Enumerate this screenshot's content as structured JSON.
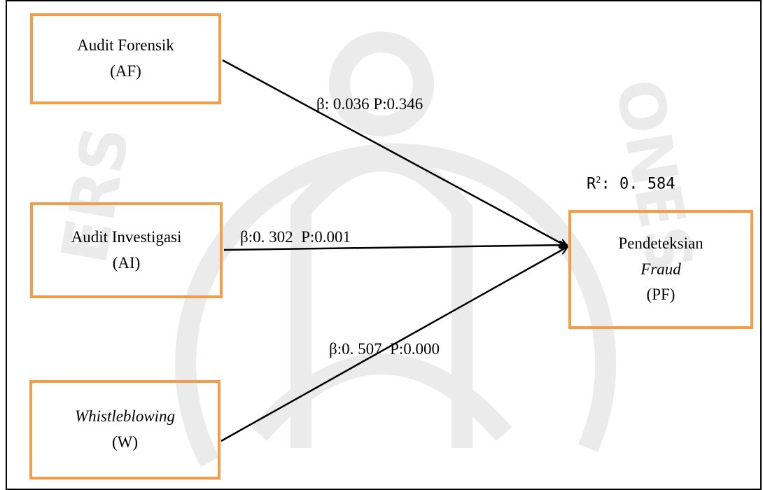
{
  "diagram": {
    "nodes": [
      {
        "id": "af",
        "name_line": "Audit Forensik",
        "code_line": "(AF)"
      },
      {
        "id": "ai",
        "name_line": "Audit Investigasi",
        "code_line": "(AI)"
      },
      {
        "id": "w",
        "name_line": "Whistleblowing",
        "code_line": "(W)"
      },
      {
        "id": "pf",
        "name_line": "Pendeteksian",
        "name_line2": "Fraud",
        "code_line": "(PF)"
      }
    ],
    "paths": [
      {
        "from": "af",
        "to": "pf",
        "label": "β: 0.036 P:0.346"
      },
      {
        "from": "ai",
        "to": "pf",
        "label_beta": "β:0. 302",
        "label_p": "P:0.001"
      },
      {
        "from": "w",
        "to": "pf",
        "label_beta": "β:0. 507",
        "label_p": "P:0.000"
      }
    ],
    "r_squared": {
      "symbol": "R",
      "superscript": "2",
      "value": ":  0. 584"
    },
    "colors": {
      "box_border": "#f39c4a",
      "arrow": "#000000",
      "watermark": "#ebebeb"
    }
  }
}
